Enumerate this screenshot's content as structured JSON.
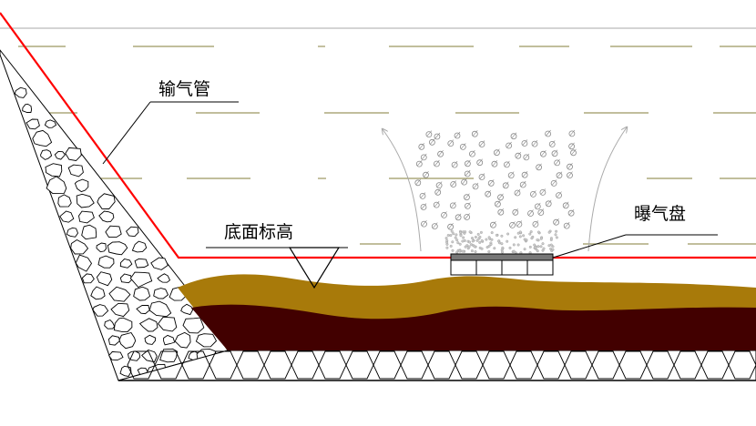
{
  "labels": {
    "air_pipe": "输气管",
    "bottom_elevation": "底面标高",
    "aerator_disc": "曝气盘"
  },
  "colors": {
    "background": "#ffffff",
    "air_pipe": "#ff0000",
    "water_line": "#9c9660",
    "sediment_top": "#a87a0a",
    "sediment_bottom": "#420000",
    "line": "#000000",
    "bubble": "#888888",
    "flow_arrow": "#aaaaaa",
    "aerator_body": "#777777"
  }
}
